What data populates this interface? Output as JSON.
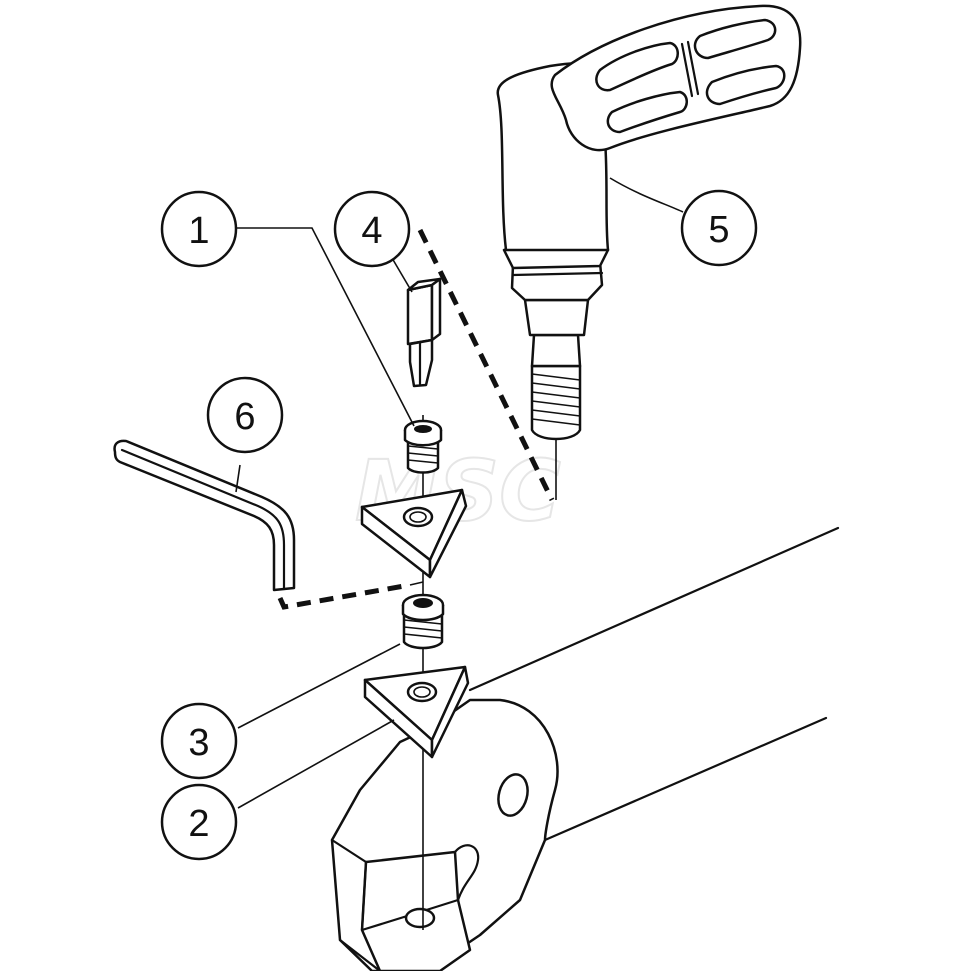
{
  "watermark": "MSC",
  "callouts": [
    {
      "id": "callout-1",
      "label": "1"
    },
    {
      "id": "callout-2",
      "label": "2"
    },
    {
      "id": "callout-3",
      "label": "3"
    },
    {
      "id": "callout-4",
      "label": "4"
    },
    {
      "id": "callout-5",
      "label": "5"
    },
    {
      "id": "callout-6",
      "label": "6"
    }
  ],
  "parts": {
    "1": "insert-screw",
    "2": "shim",
    "3": "shim-screw",
    "4": "screwdriver-bit",
    "5": "torque-screwdriver-handle",
    "6": "hex-key"
  }
}
